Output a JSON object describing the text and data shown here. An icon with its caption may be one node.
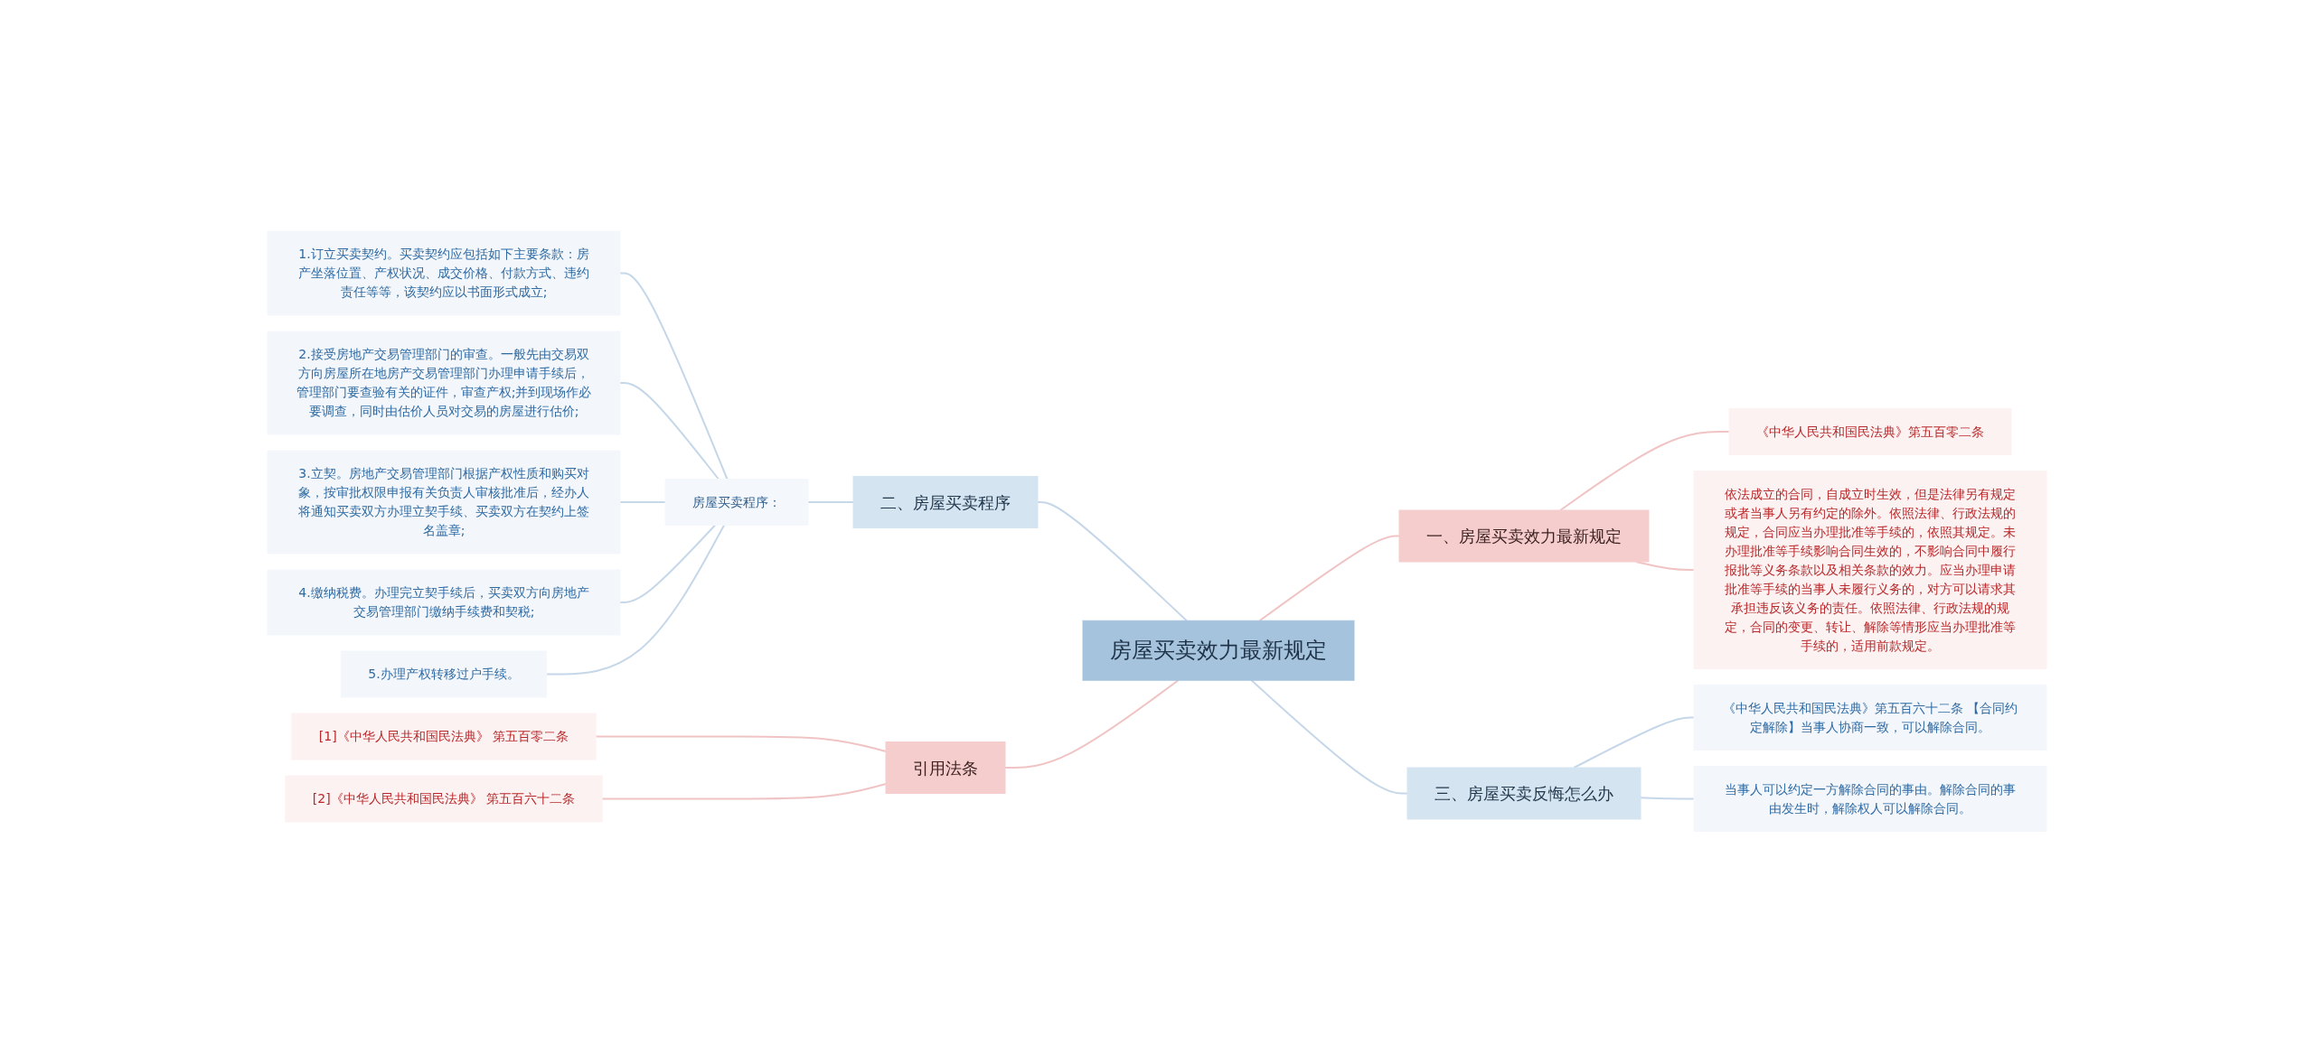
{
  "diagram": {
    "nodes": [
      {
        "text": [
          "房屋买卖效力最新规定"
        ]
      },
      {
        "text": [
          "二、房屋买卖程序"
        ]
      },
      {
        "text": [
          "房屋买卖程序："
        ]
      },
      {
        "text": [
          "1.订立买卖契约。买卖契约应包括如下主要条款：房产坐落位置、产权状况、成交价格、付款方式、违约责任等等，该契约应以书面形式成立;"
        ]
      },
      {
        "text": [
          "2.接受房地产交易管理部门的审查。一般先由交易双方向房屋所在地房产交易管理部门办理申请手续后，管理部门要查验有关的证件，审查产权;并到现场作必要调查，同时由估价人员对交易的房屋进行估价;"
        ]
      },
      {
        "text": [
          "3.立契。房地产交易管理部门根据产权性质和购买对象，按审批权限申报有关负责人审核批准后，经办人将通知买卖双方办理立契手续、买卖双方在契约上签名盖章;"
        ]
      },
      {
        "text": [
          "4.缴纳税费。办理完立契手续后，买卖双方向房地产交易管理部门缴纳手续费和契税;"
        ]
      },
      {
        "text": [
          "5.办理产权转移过户手续。"
        ]
      },
      {
        "text": [
          "引用法条"
        ]
      },
      {
        "text": [
          "[1]《中华人民共和国民法典》 第五百零二条"
        ]
      },
      {
        "text": [
          "[2]《中华人民共和国民法典》 第五百六十二条"
        ]
      },
      {
        "text": [
          "一、房屋买卖效力最新规定"
        ]
      },
      {
        "text": [
          "《中华人民共和国民法典》第五百零二条"
        ]
      },
      {
        "text": [
          "依法成立的合同，自成立时生效，但是法律另有规定或者当事人另有约定的除外。依照法律、行政法规的规定，合同应当办理批准等手续的，依照其规定。未办理批准等手续影响合同生效的，不影响合同中履行报批等义务条款以及相关条款的效力。应当办理申请批准等手续的当事人未履行义务的，对方可以请求其承担违反该义务的责任。依照法律、行政法规的规定，合同的变更、转让、解除等情形应当办理批准等手续的，适用前款规定。"
        ]
      },
      {
        "text": [
          "三、房屋买卖反悔怎么办"
        ]
      },
      {
        "text": [
          "《中华人民共和国民法典》第五百六十二条 【合同约定解除】当事人协商一致，可以解除合同。"
        ]
      },
      {
        "text": [
          "当事人可以约定一方解除合同的事由。解除合同的事由发生时，解除权人可以解除合同。"
        ]
      }
    ],
    "edges": [
      {
        "from": 3,
        "to": 2,
        "arrow": "none"
      },
      {
        "from": 4,
        "to": 2,
        "arrow": "none"
      },
      {
        "from": 5,
        "to": 2,
        "arrow": "none"
      },
      {
        "from": 6,
        "to": 2,
        "arrow": "none"
      },
      {
        "from": 7,
        "to": 2,
        "arrow": "none"
      },
      {
        "from": 2,
        "to": 1,
        "arrow": "none"
      },
      {
        "from": 1,
        "to": 0,
        "arrow": "none"
      },
      {
        "from": 9,
        "to": 8,
        "arrow": "none",
        "color": "#f0c4c4"
      },
      {
        "from": 10,
        "to": 8,
        "arrow": "none",
        "color": "#f0c4c4"
      },
      {
        "from": 8,
        "to": 0,
        "arrow": "none",
        "color": "#f0c4c4"
      },
      {
        "from": 0,
        "to": 11,
        "arrow": "none",
        "color": "#f0c4c4"
      },
      {
        "from": 11,
        "to": 12,
        "arrow": "none",
        "color": "#f0c4c4"
      },
      {
        "from": 11,
        "to": 13,
        "arrow": "none",
        "color": "#f0c4c4"
      },
      {
        "from": 0,
        "to": 14,
        "arrow": "none"
      },
      {
        "from": 14,
        "to": 15,
        "arrow": "none"
      },
      {
        "from": 14,
        "to": 16,
        "arrow": "none"
      }
    ]
  }
}
